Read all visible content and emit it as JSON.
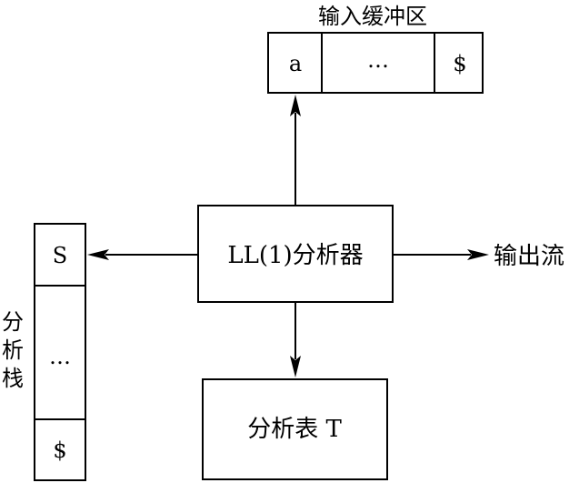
{
  "input_buffer": {
    "title": "输入缓冲区",
    "cells": [
      "a",
      "…",
      "$"
    ]
  },
  "parser": {
    "label": "LL(1)分析器"
  },
  "output": {
    "label": "输出流"
  },
  "table": {
    "label": "分析表 T"
  },
  "stack": {
    "title_chars": [
      "分",
      "析",
      "栈"
    ],
    "cells": [
      "S",
      "…",
      "$"
    ]
  }
}
